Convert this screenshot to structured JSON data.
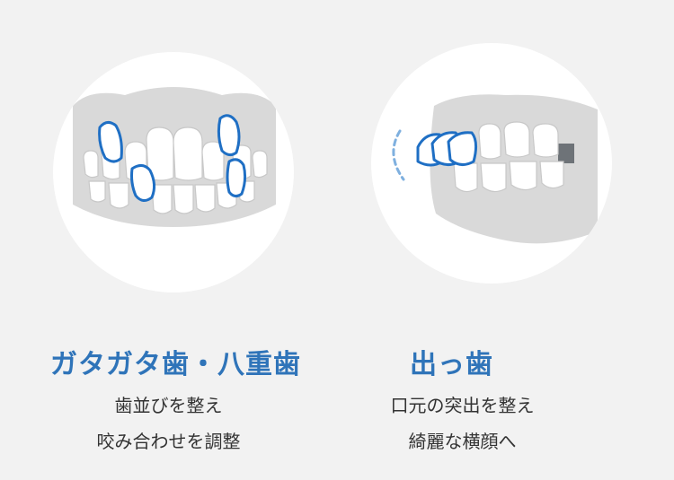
{
  "colors": {
    "background": "#f2f2f2",
    "accent": "#2f74b9",
    "tooth_outline": "#1f6fc4",
    "gum": "#d9d9d9",
    "text": "#333333"
  },
  "cards": [
    {
      "illustration": "crooked-teeth-illustration",
      "title": "ガタガタ歯・八重歯",
      "lines": [
        "歯並びを整え",
        "咬み合わせを調整"
      ]
    },
    {
      "illustration": "protruding-teeth-illustration",
      "title": "出っ歯",
      "lines": [
        "口元の突出を整え",
        "綺麗な横顔へ"
      ]
    }
  ]
}
